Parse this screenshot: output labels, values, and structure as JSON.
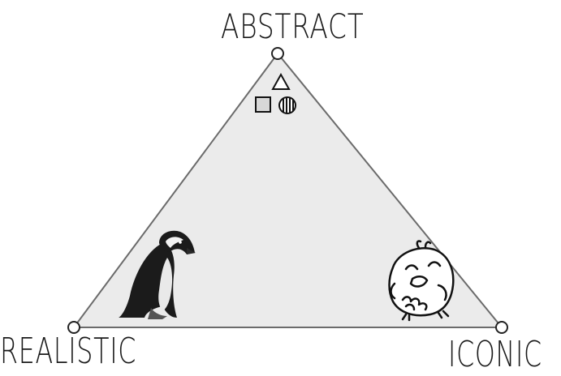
{
  "diagram": {
    "vertices": {
      "top": {
        "label": "ABSTRACT"
      },
      "bottom_left": {
        "label": "REALISTIC"
      },
      "bottom_right": {
        "label": "ICONIC"
      }
    },
    "illustrations": {
      "top": "geometric-shapes (triangle, square, striped circle)",
      "bottom_left": "penguin-photo",
      "bottom_right": "cartoon-bird"
    },
    "colors": {
      "triangle_fill": "#ebebeb",
      "triangle_stroke": "#6b6b6b",
      "ink": "#1a1a1a"
    }
  }
}
